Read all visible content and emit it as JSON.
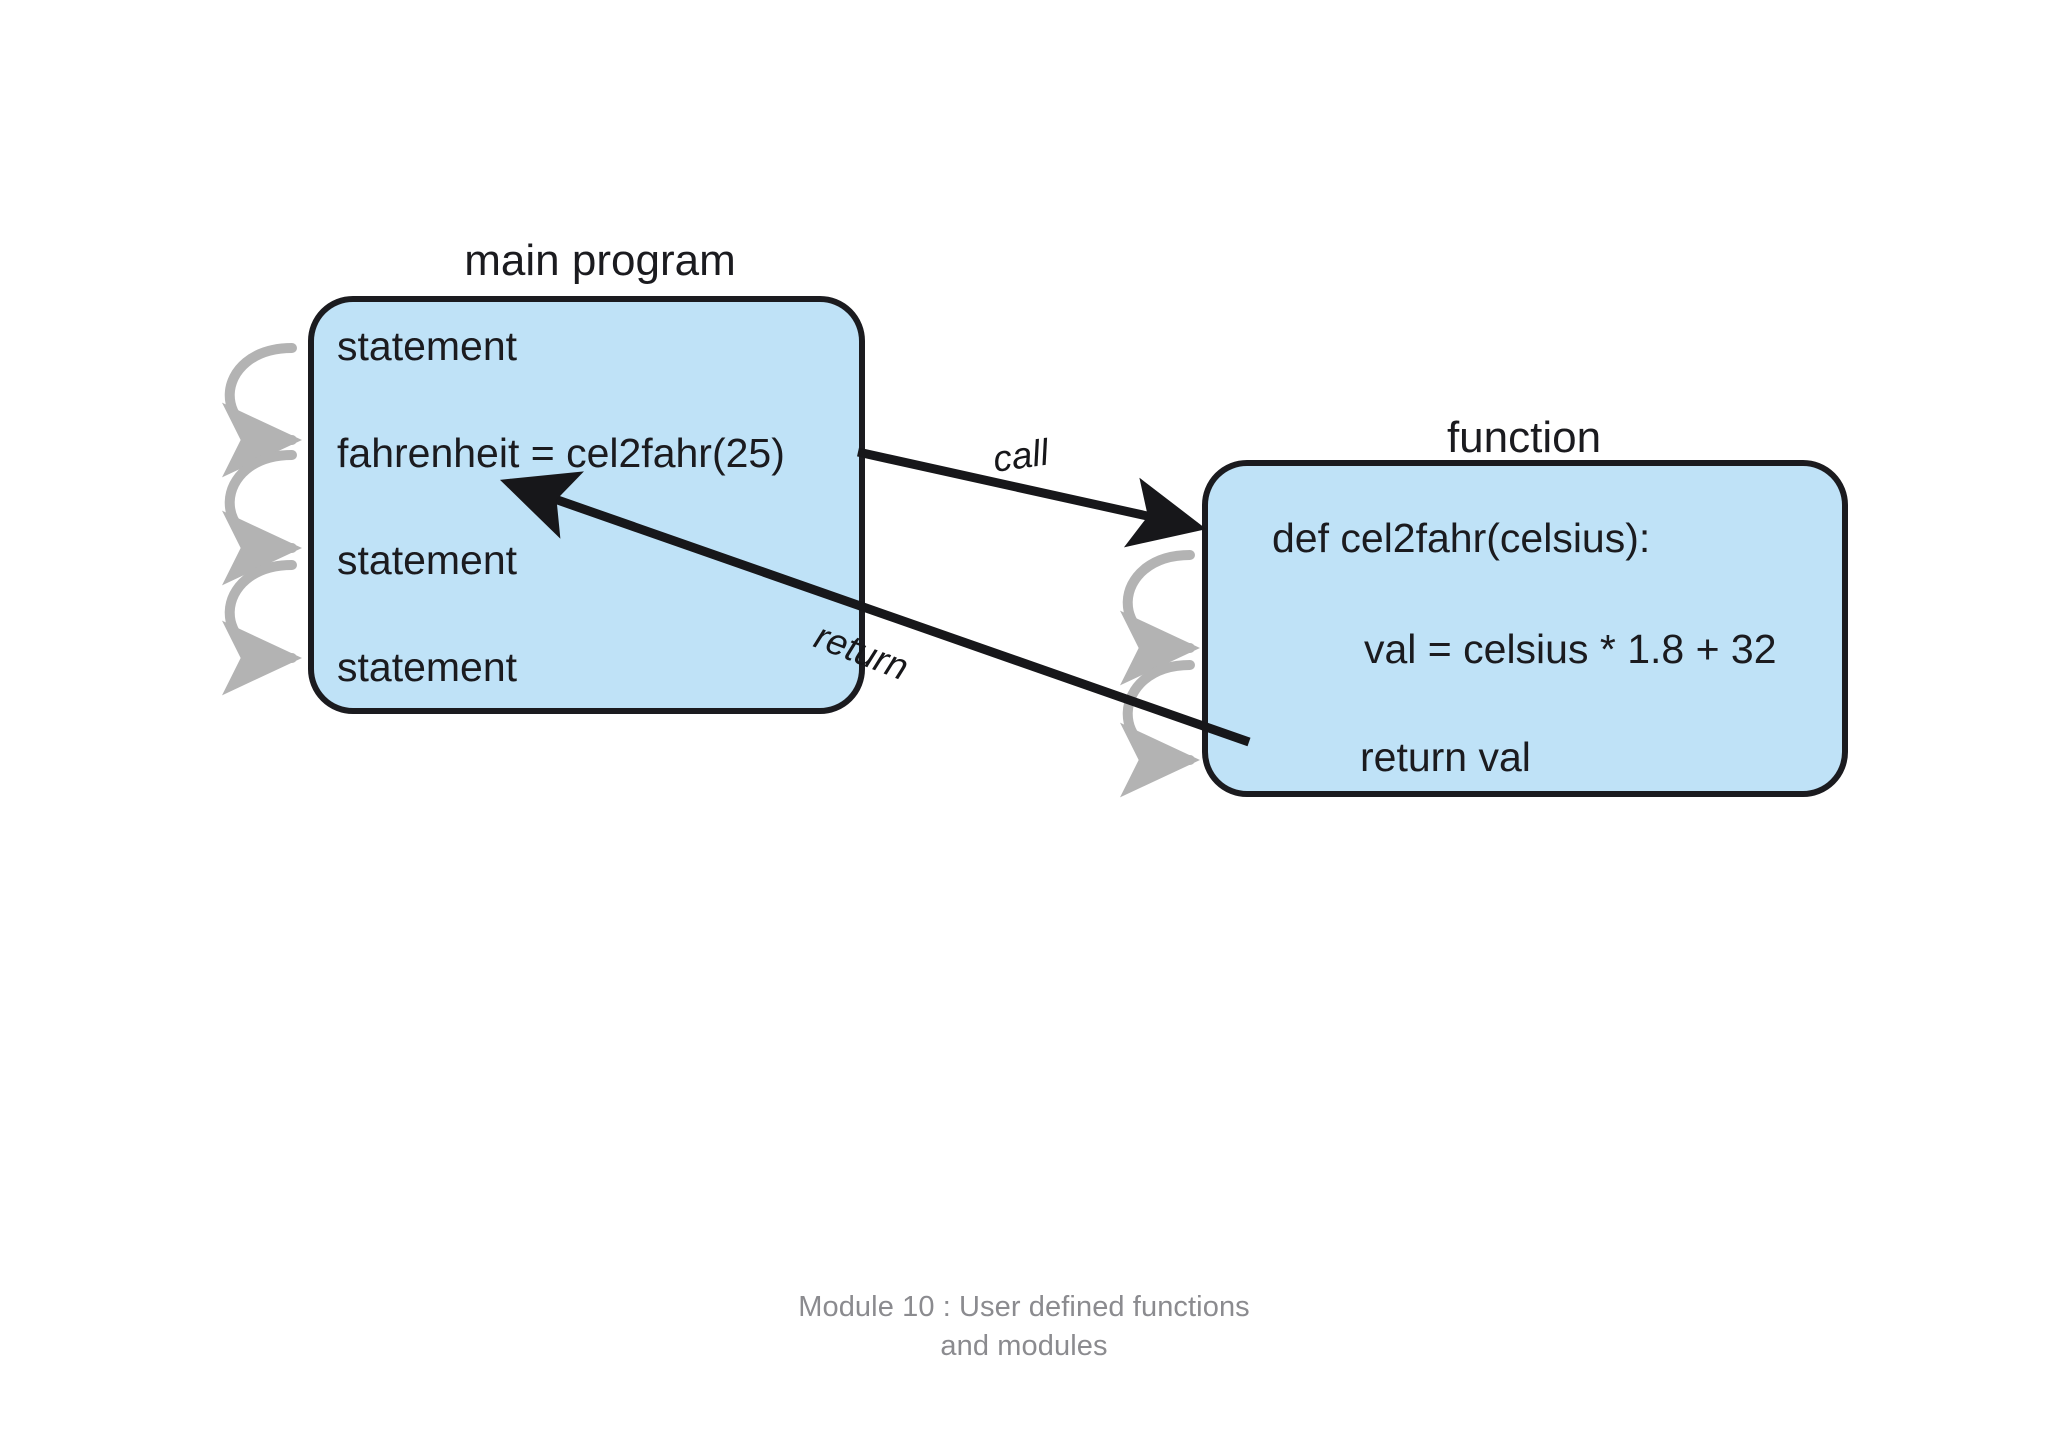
{
  "slide": {
    "background_color": "#ffffff",
    "caption": "Module 10 : User defined functions and modules"
  },
  "colors": {
    "box_fill": "#bfe2f7",
    "box_stroke": "#1b1b1f",
    "flow_arrow": "#b3b3b3",
    "call_return_arrow": "#17171a",
    "text": "#1b1b1f",
    "caption_text": "#8b8b8f"
  },
  "diagram": {
    "type": "function-call-flow",
    "main_program": {
      "title": "main program",
      "lines": [
        "statement",
        "fahrenheit = cel2fahr(25)",
        "statement",
        "statement"
      ]
    },
    "function": {
      "title": "function",
      "lines": [
        "def cel2fahr(celsius):",
        "val = celsius * 1.8 + 32",
        "return val"
      ]
    },
    "edges": [
      {
        "label": "call",
        "from": "main-program",
        "to": "function"
      },
      {
        "label": "return",
        "from": "function",
        "to": "main-program"
      }
    ],
    "flow_arrows": {
      "main_program_count": 3,
      "function_count": 2,
      "description": "sequential execution arrows"
    }
  }
}
